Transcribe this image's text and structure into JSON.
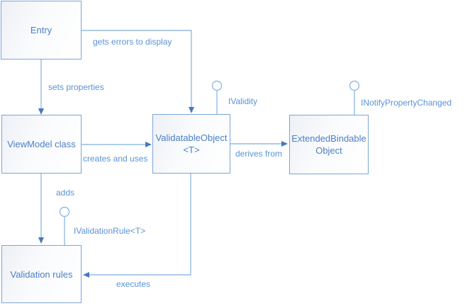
{
  "diagram": {
    "colors": {
      "background": "#ffffff",
      "box_border": "#7ba6d8",
      "box_fill_light": "#ffffff",
      "box_fill_shade": "#edf0f5",
      "box_text": "#4a80c4",
      "wire": "#93bbe4",
      "arrowhead": "#4479bd",
      "edge_label": "#5b93d8"
    },
    "nodes": {
      "entry": {
        "label": "Entry"
      },
      "viewmodel": {
        "label": "ViewModel class"
      },
      "validatable": {
        "line1": "ValidatableObject",
        "line2": "<T>"
      },
      "extended": {
        "line1": "ExtendedBindable",
        "line2": "Object"
      },
      "validation": {
        "label": "Validation rules"
      }
    },
    "edges": {
      "gets_errors": {
        "label": "gets errors to display"
      },
      "sets_properties": {
        "label": "sets properties"
      },
      "creates_uses": {
        "label": "creates and uses"
      },
      "derives_from": {
        "label": "derives from"
      },
      "adds": {
        "label": "adds"
      },
      "executes": {
        "label": "executes"
      }
    },
    "interfaces": {
      "ivalidity": {
        "label": "IValidity"
      },
      "inotify": {
        "label": "INotifyPropertyChanged"
      },
      "ivalidationrule": {
        "label": "IValidationRule<T>"
      }
    }
  }
}
